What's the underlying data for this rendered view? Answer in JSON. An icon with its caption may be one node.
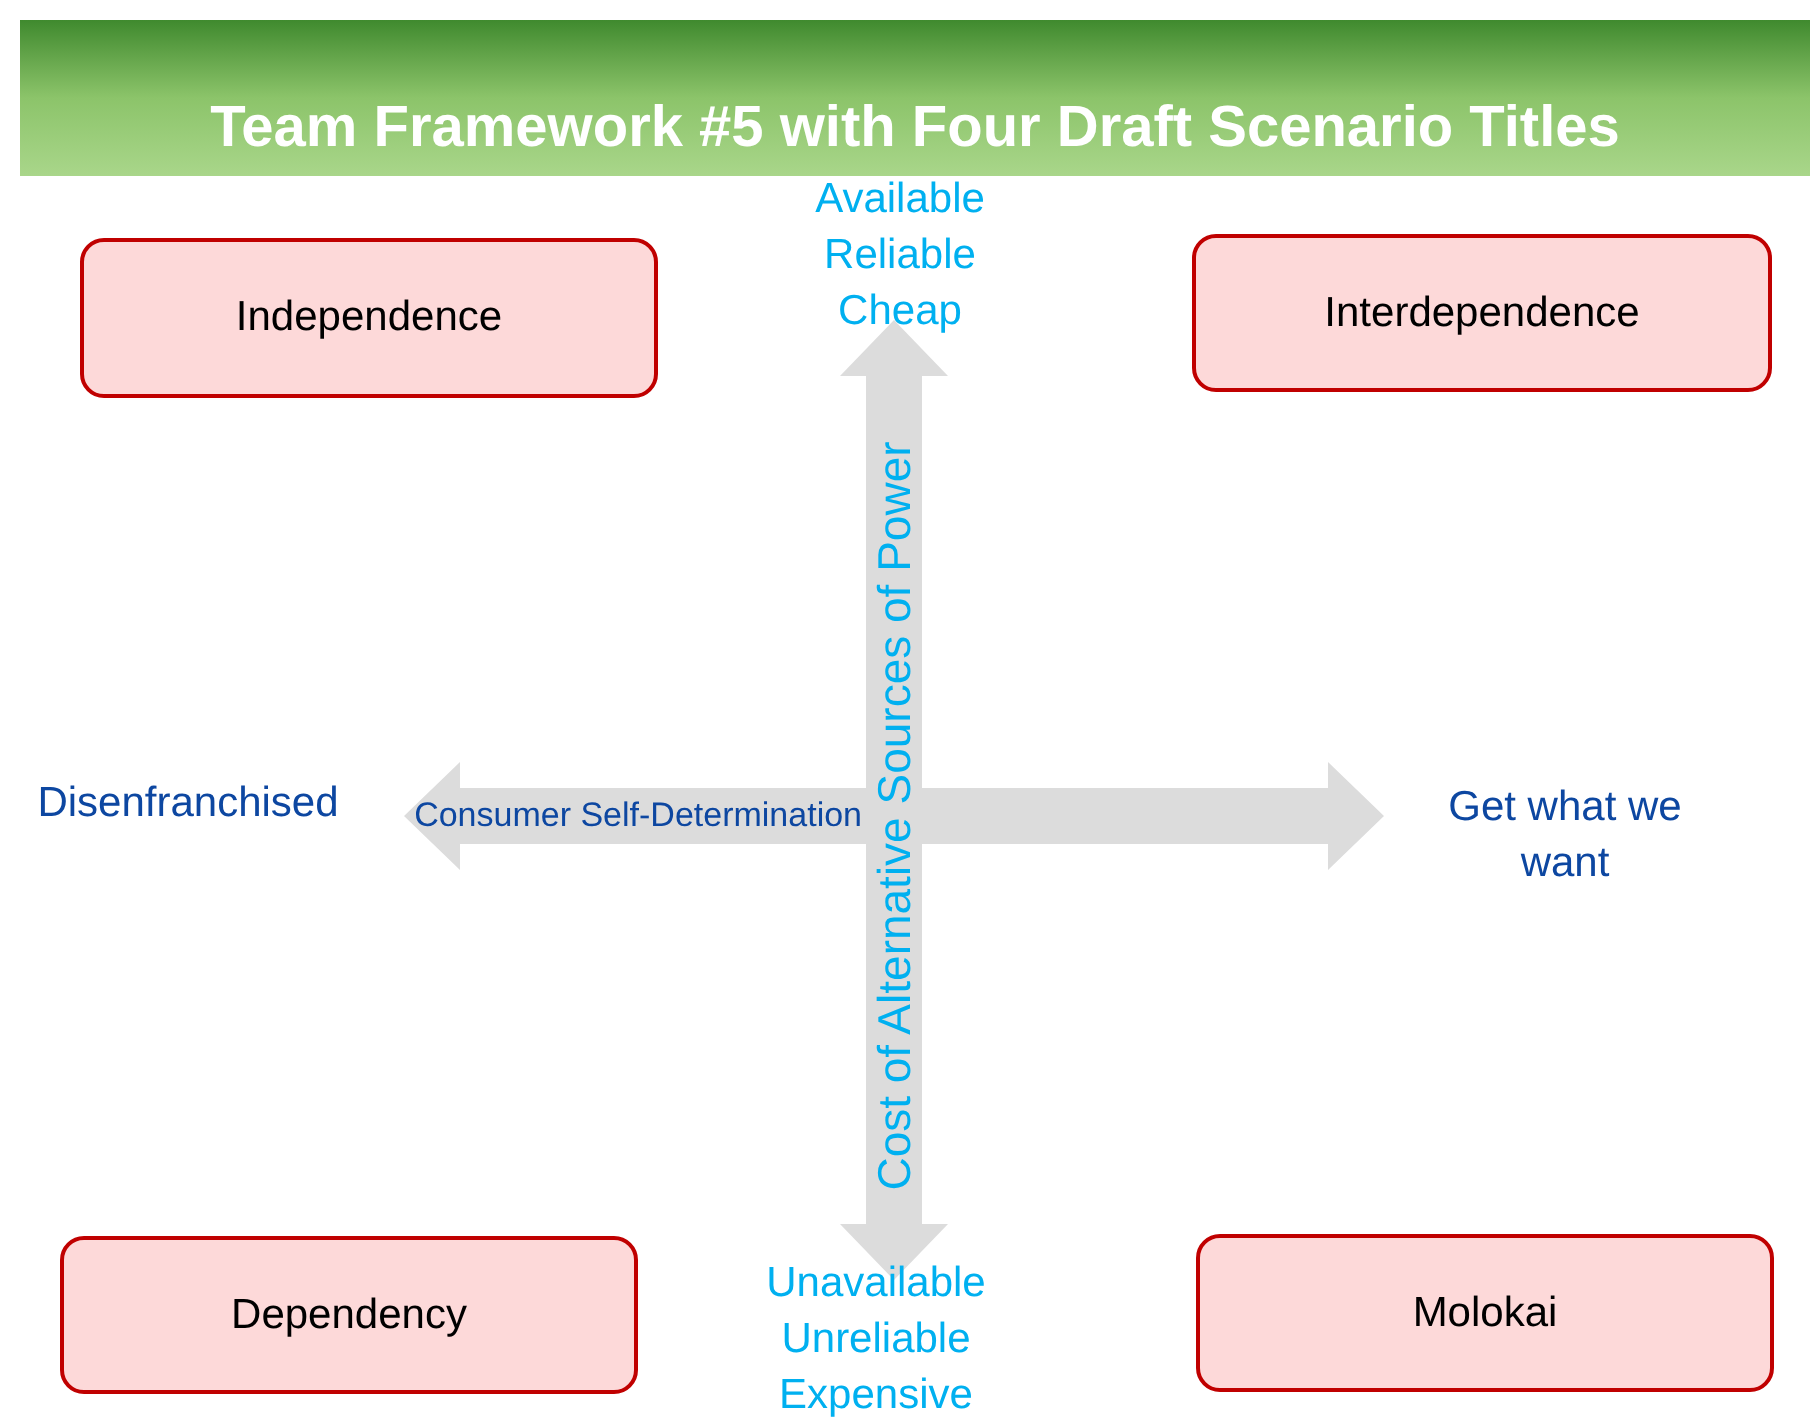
{
  "diagram": {
    "title": "Team Framework #5 with Four Draft Scenario Titles",
    "nodes": [
      {
        "text": [
          "Independence"
        ]
      },
      {
        "text": [
          "Interdependence"
        ]
      },
      {
        "text": [
          "Dependency"
        ]
      },
      {
        "text": [
          "Molokai"
        ]
      }
    ],
    "edges": [],
    "labels": [
      "Available Reliable Cheap",
      "Disenfranchised",
      "Consumer Self-Determination",
      "Get what we want",
      "Cost of Alternative Sources of Power",
      "Unavailable Unreliable Expensive"
    ]
  }
}
